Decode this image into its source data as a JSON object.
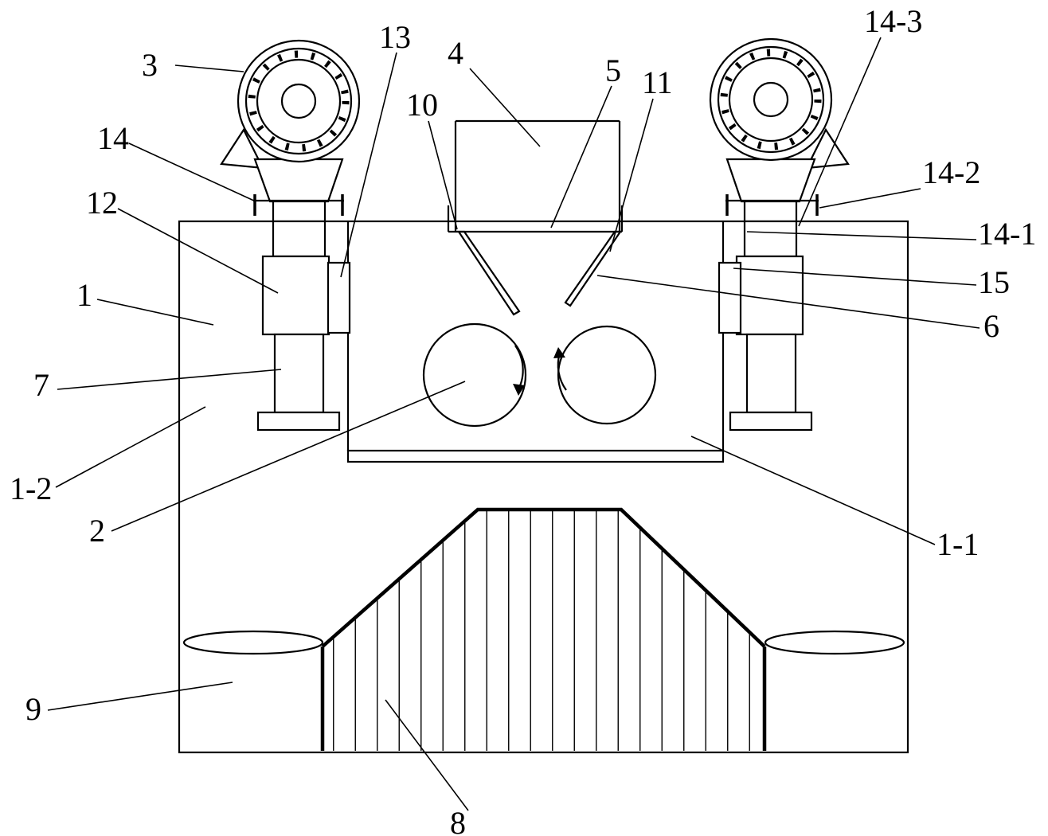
{
  "figure": {
    "kind": "patent-line-drawing",
    "colors": {
      "line": "#000000",
      "background": "#ffffff"
    }
  },
  "labels": {
    "l1": "1",
    "l1_1": "1-1",
    "l1_2": "1-2",
    "l2": "2",
    "l3": "3",
    "l4": "4",
    "l5": "5",
    "l6": "6",
    "l7": "7",
    "l8": "8",
    "l9": "9",
    "l10": "10",
    "l11": "11",
    "l12": "12",
    "l13": "13",
    "l14": "14",
    "l14_1": "14-1",
    "l14_2": "14-2",
    "l14_3": "14-3",
    "l15": "15"
  }
}
